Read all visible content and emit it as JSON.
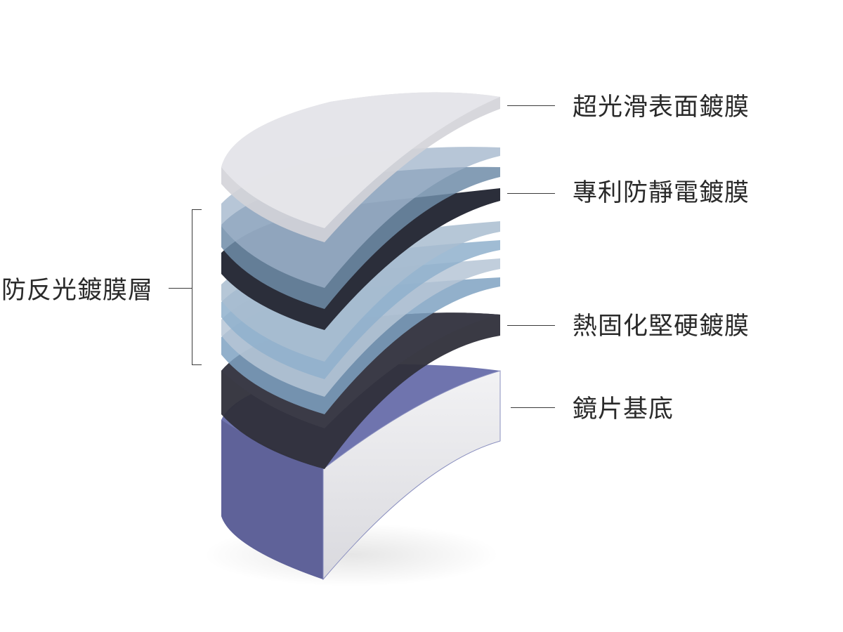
{
  "labels": {
    "top_coating": "超光滑表面鍍膜",
    "antistatic_coating": "專利防靜電鍍膜",
    "ar_coating_group": "防反光鍍膜層",
    "hard_coating": "熱固化堅硬鍍膜",
    "lens_substrate": "鏡片基底"
  },
  "layers": [
    {
      "id": "top",
      "color": "#dcdcdf"
    },
    {
      "id": "ar-1",
      "color": "#9fb3c9"
    },
    {
      "id": "ar-2",
      "color": "#6f8ca8"
    },
    {
      "id": "antistatic",
      "color": "#2b2e3a"
    },
    {
      "id": "ar-3",
      "color": "#a9bdd0"
    },
    {
      "id": "ar-4",
      "color": "#8fb0cc"
    },
    {
      "id": "ar-5",
      "color": "#b6c6d6"
    },
    {
      "id": "ar-6",
      "color": "#7fa2c2"
    },
    {
      "id": "hard",
      "color": "#2c2c36"
    },
    {
      "id": "base",
      "color": "#63679e"
    }
  ]
}
